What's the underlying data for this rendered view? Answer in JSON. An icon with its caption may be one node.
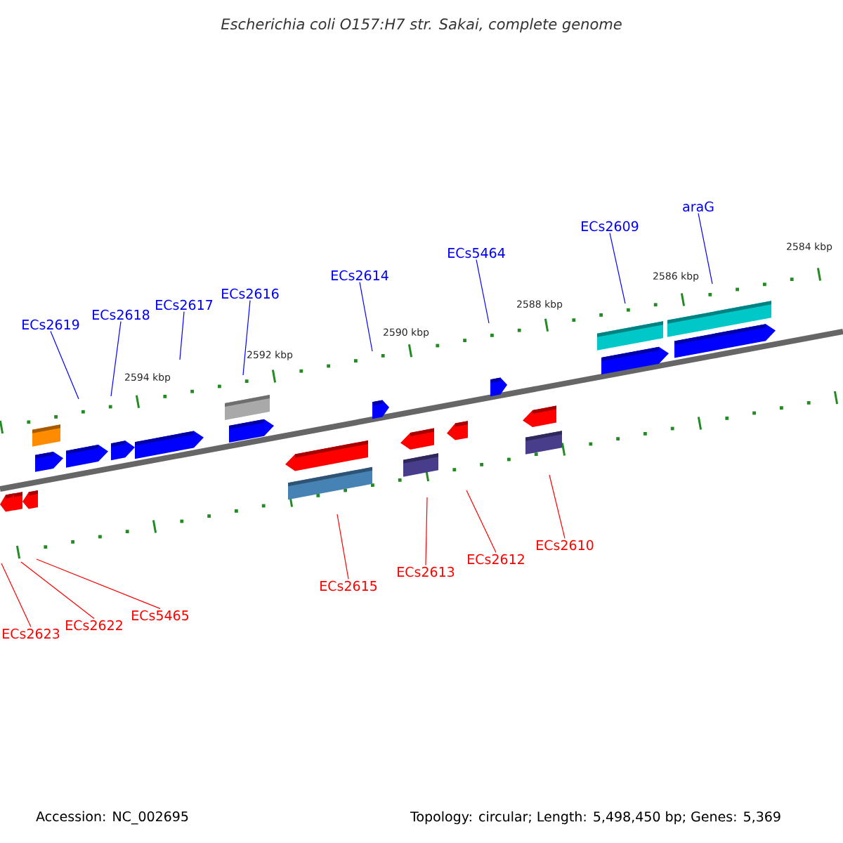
{
  "diagram": {
    "title": "Escherichia coli O157:H7 str. Sakai, complete genome",
    "nodes": [
      {
        "text": [
          "ECs2619"
        ]
      },
      {
        "text": [
          "ECs2618"
        ]
      },
      {
        "text": [
          "ECs2617"
        ]
      },
      {
        "text": [
          "ECs2616"
        ]
      },
      {
        "text": [
          "ECs2614"
        ]
      },
      {
        "text": [
          "ECs5464"
        ]
      },
      {
        "text": [
          "ECs2609"
        ]
      },
      {
        "text": [
          "araG"
        ]
      },
      {
        "text": [
          "ECs2623"
        ]
      },
      {
        "text": [
          "ECs2622"
        ]
      },
      {
        "text": [
          "ECs5465"
        ]
      },
      {
        "text": [
          "ECs2615"
        ]
      },
      {
        "text": [
          "ECs2613"
        ]
      },
      {
        "text": [
          "ECs2612"
        ]
      },
      {
        "text": [
          "ECs2610"
        ]
      }
    ],
    "edges": [
      {
        "from": 0,
        "to": null,
        "arrow": "none"
      },
      {
        "from": 1,
        "to": null,
        "arrow": "none"
      },
      {
        "from": 2,
        "to": null,
        "arrow": "none"
      },
      {
        "from": 3,
        "to": null,
        "arrow": "none"
      },
      {
        "from": 4,
        "to": null,
        "arrow": "none"
      },
      {
        "from": 5,
        "to": null,
        "arrow": "none"
      },
      {
        "from": 6,
        "to": null,
        "arrow": "none"
      },
      {
        "from": 7,
        "to": null,
        "arrow": "none"
      },
      {
        "from": 8,
        "to": null,
        "arrow": "none",
        "color": "#ff0000"
      },
      {
        "from": 9,
        "to": null,
        "arrow": "none",
        "color": "#ff0000"
      },
      {
        "from": 10,
        "to": null,
        "arrow": "none",
        "color": "#ff0000"
      },
      {
        "from": 11,
        "to": null,
        "arrow": "none",
        "color": "#ff0000"
      },
      {
        "from": 12,
        "to": null,
        "arrow": "none",
        "color": "#ff0000"
      },
      {
        "from": 13,
        "to": null,
        "arrow": "none",
        "color": "#ff0000"
      },
      {
        "from": 14,
        "to": null,
        "arrow": "none",
        "color": "#ff0000"
      }
    ],
    "labels": [
      "2584 kbp",
      "2586 kbp",
      "2588 kbp",
      "2590 kbp",
      "2592 kbp",
      "2594 kbp",
      "Accession: NC_002695",
      "Topology: circular; Length: 5,498,450 bp; Genes: 5,369"
    ]
  }
}
